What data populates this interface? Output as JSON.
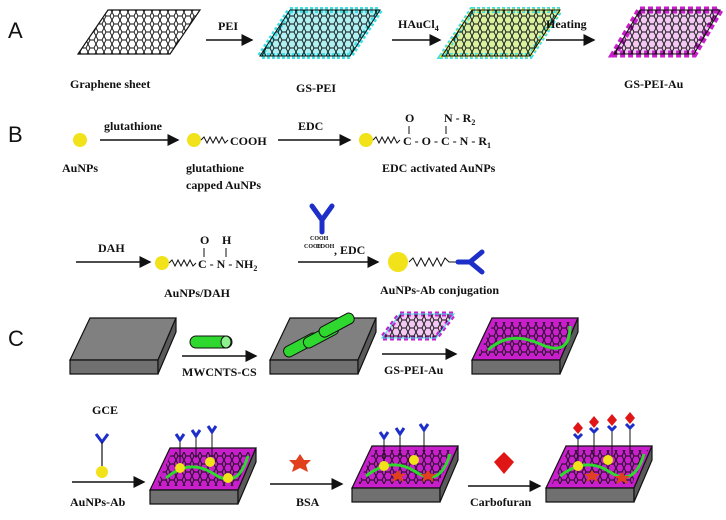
{
  "sections": {
    "a": "A",
    "b": "B",
    "c": "C"
  },
  "row_a": {
    "graphene_sheet": "Graphene sheet",
    "step1": "PEI",
    "gs_pei": "GS-PEI",
    "step2_main": "HAuCl",
    "step2_sub": "4",
    "step3": "Heating",
    "gs_pei_au": "GS-PEI-Au"
  },
  "row_b": {
    "aunps": "AuNPs",
    "step1": "glutathione",
    "cooh": "COOH",
    "capped_line1": "glutathione",
    "capped_line2": "capped  AuNPs",
    "step2": "EDC",
    "edc_o_dbl": "O",
    "edc_chain": "C - O - C - N - R",
    "edc_r1": "1",
    "edc_n_r2": "N - R",
    "edc_r2": "2",
    "edc_activated": "EDC activated AuNPs",
    "step3": "DAH",
    "dah_o": "O",
    "dah_h": "H",
    "dah_chain": "C - N - NH",
    "dah_sub": "2",
    "aunps_dah": "AuNPs/DAH",
    "cooh_stack": "COOH",
    "step4": ", EDC",
    "conjugation": "AuNPs-Ab conjugation"
  },
  "row_c": {
    "gce": "GCE",
    "step1": "MWCNTS-CS",
    "step2": "GS-PEI-Au",
    "aunps_ab": "AuNPs-Ab",
    "bsa": "BSA",
    "carbofuran": "Carbofuran"
  },
  "colors": {
    "cyan": "#3ee0e6",
    "yellow": "#f2e21a",
    "magenta": "#c81ecc",
    "blue": "#1d2fc8",
    "green": "#2fd82f",
    "red": "#e01616",
    "gray": "#8c8c8c",
    "star": "#e0401e"
  }
}
